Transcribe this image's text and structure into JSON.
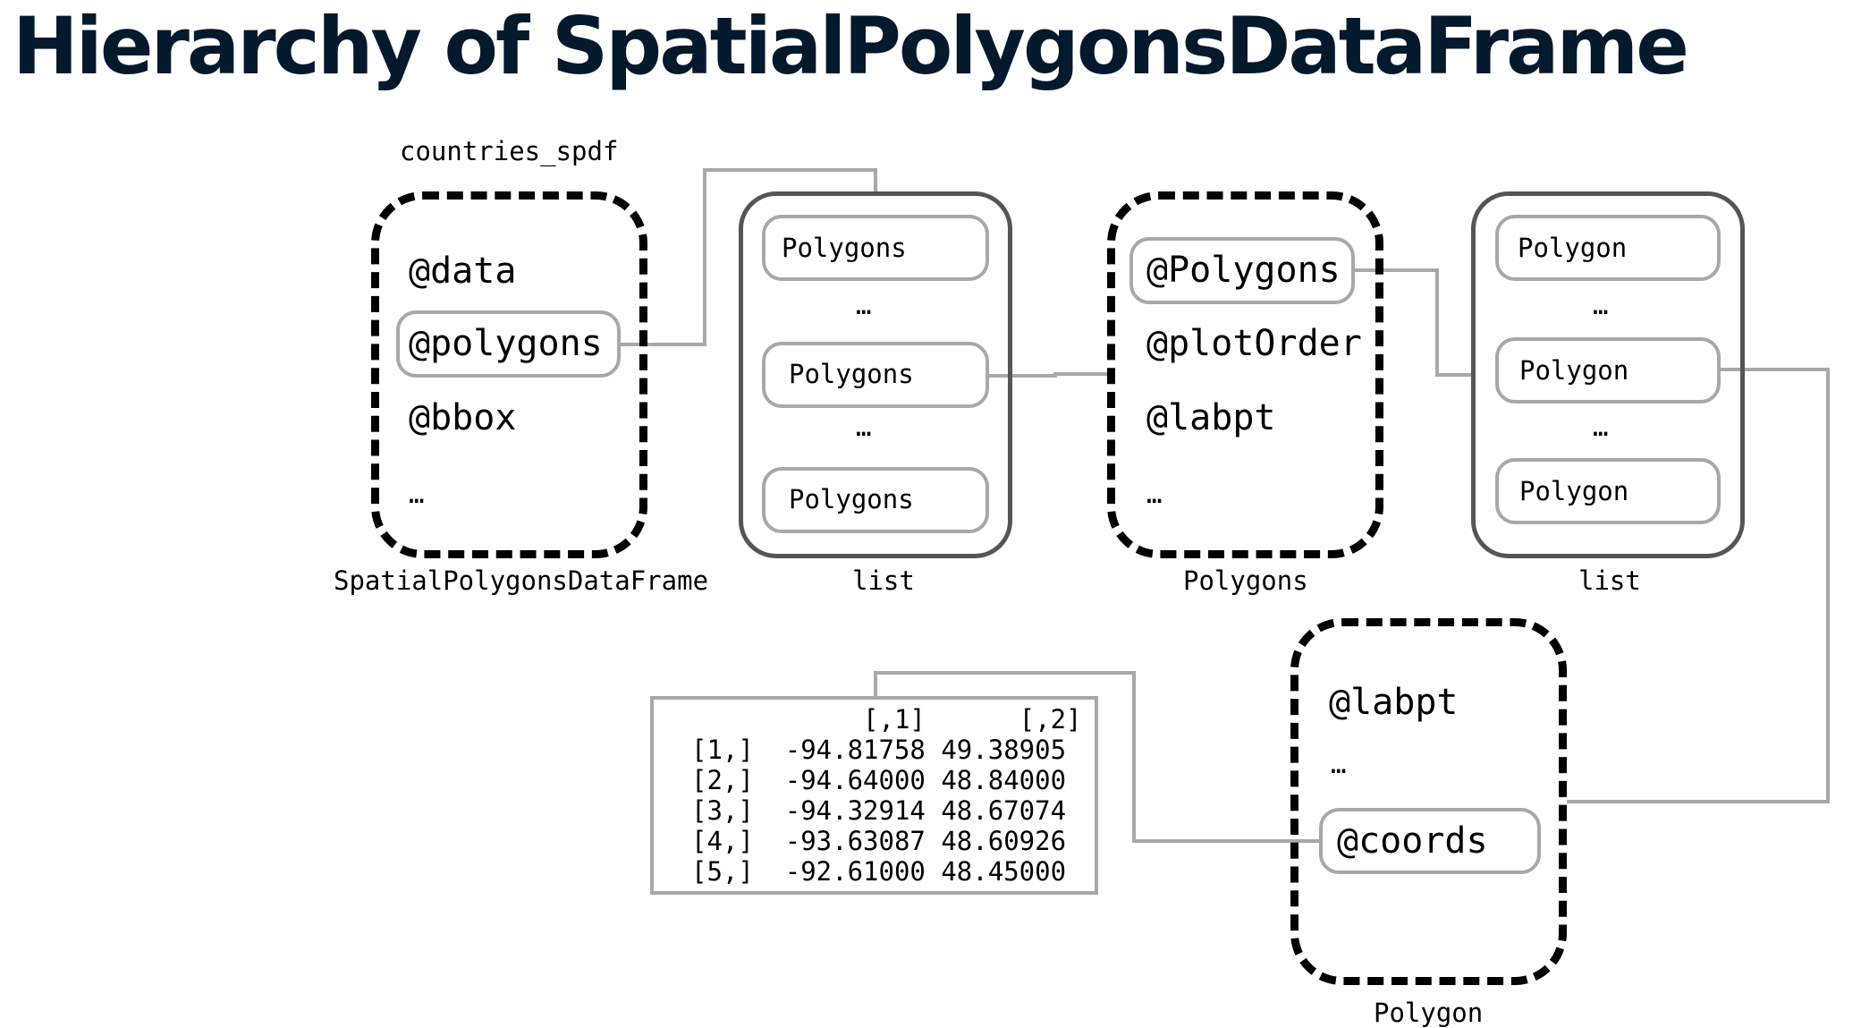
{
  "title": "Hierarchy of SpatialPolygonsDataFrame",
  "colors": {
    "title": "#05192d",
    "dashed_border": "#000000",
    "list_border": "#555555",
    "slot_border": "#a8a8a8",
    "connector": "#a8a8a8"
  },
  "spdf": {
    "top_label": "countries_spdf",
    "slots": [
      "@data",
      "@polygons",
      "@bbox",
      "…"
    ],
    "type_label": "SpatialPolygonsDataFrame"
  },
  "list1": {
    "items": [
      "Polygons",
      "…",
      "Polygons",
      "…",
      "Polygons"
    ],
    "type_label": "list"
  },
  "polygons_obj": {
    "slots": [
      "@Polygons",
      "@plotOrder",
      "@labpt",
      "…"
    ],
    "type_label": "Polygons"
  },
  "list2": {
    "items": [
      "Polygon",
      "…",
      "Polygon",
      "…",
      "Polygon"
    ],
    "type_label": "list"
  },
  "polygon_obj": {
    "slots": [
      "@labpt",
      "…",
      "@coords"
    ],
    "type_label": "Polygon"
  },
  "coords_matrix": {
    "header": "           [,1]      [,2]",
    "rows": [
      "[1,]  -94.81758 49.38905",
      "[2,]  -94.64000 48.84000",
      "[3,]  -94.32914 48.67074",
      "[4,]  -93.63087 48.60926",
      "[5,]  -92.61000 48.45000"
    ]
  }
}
